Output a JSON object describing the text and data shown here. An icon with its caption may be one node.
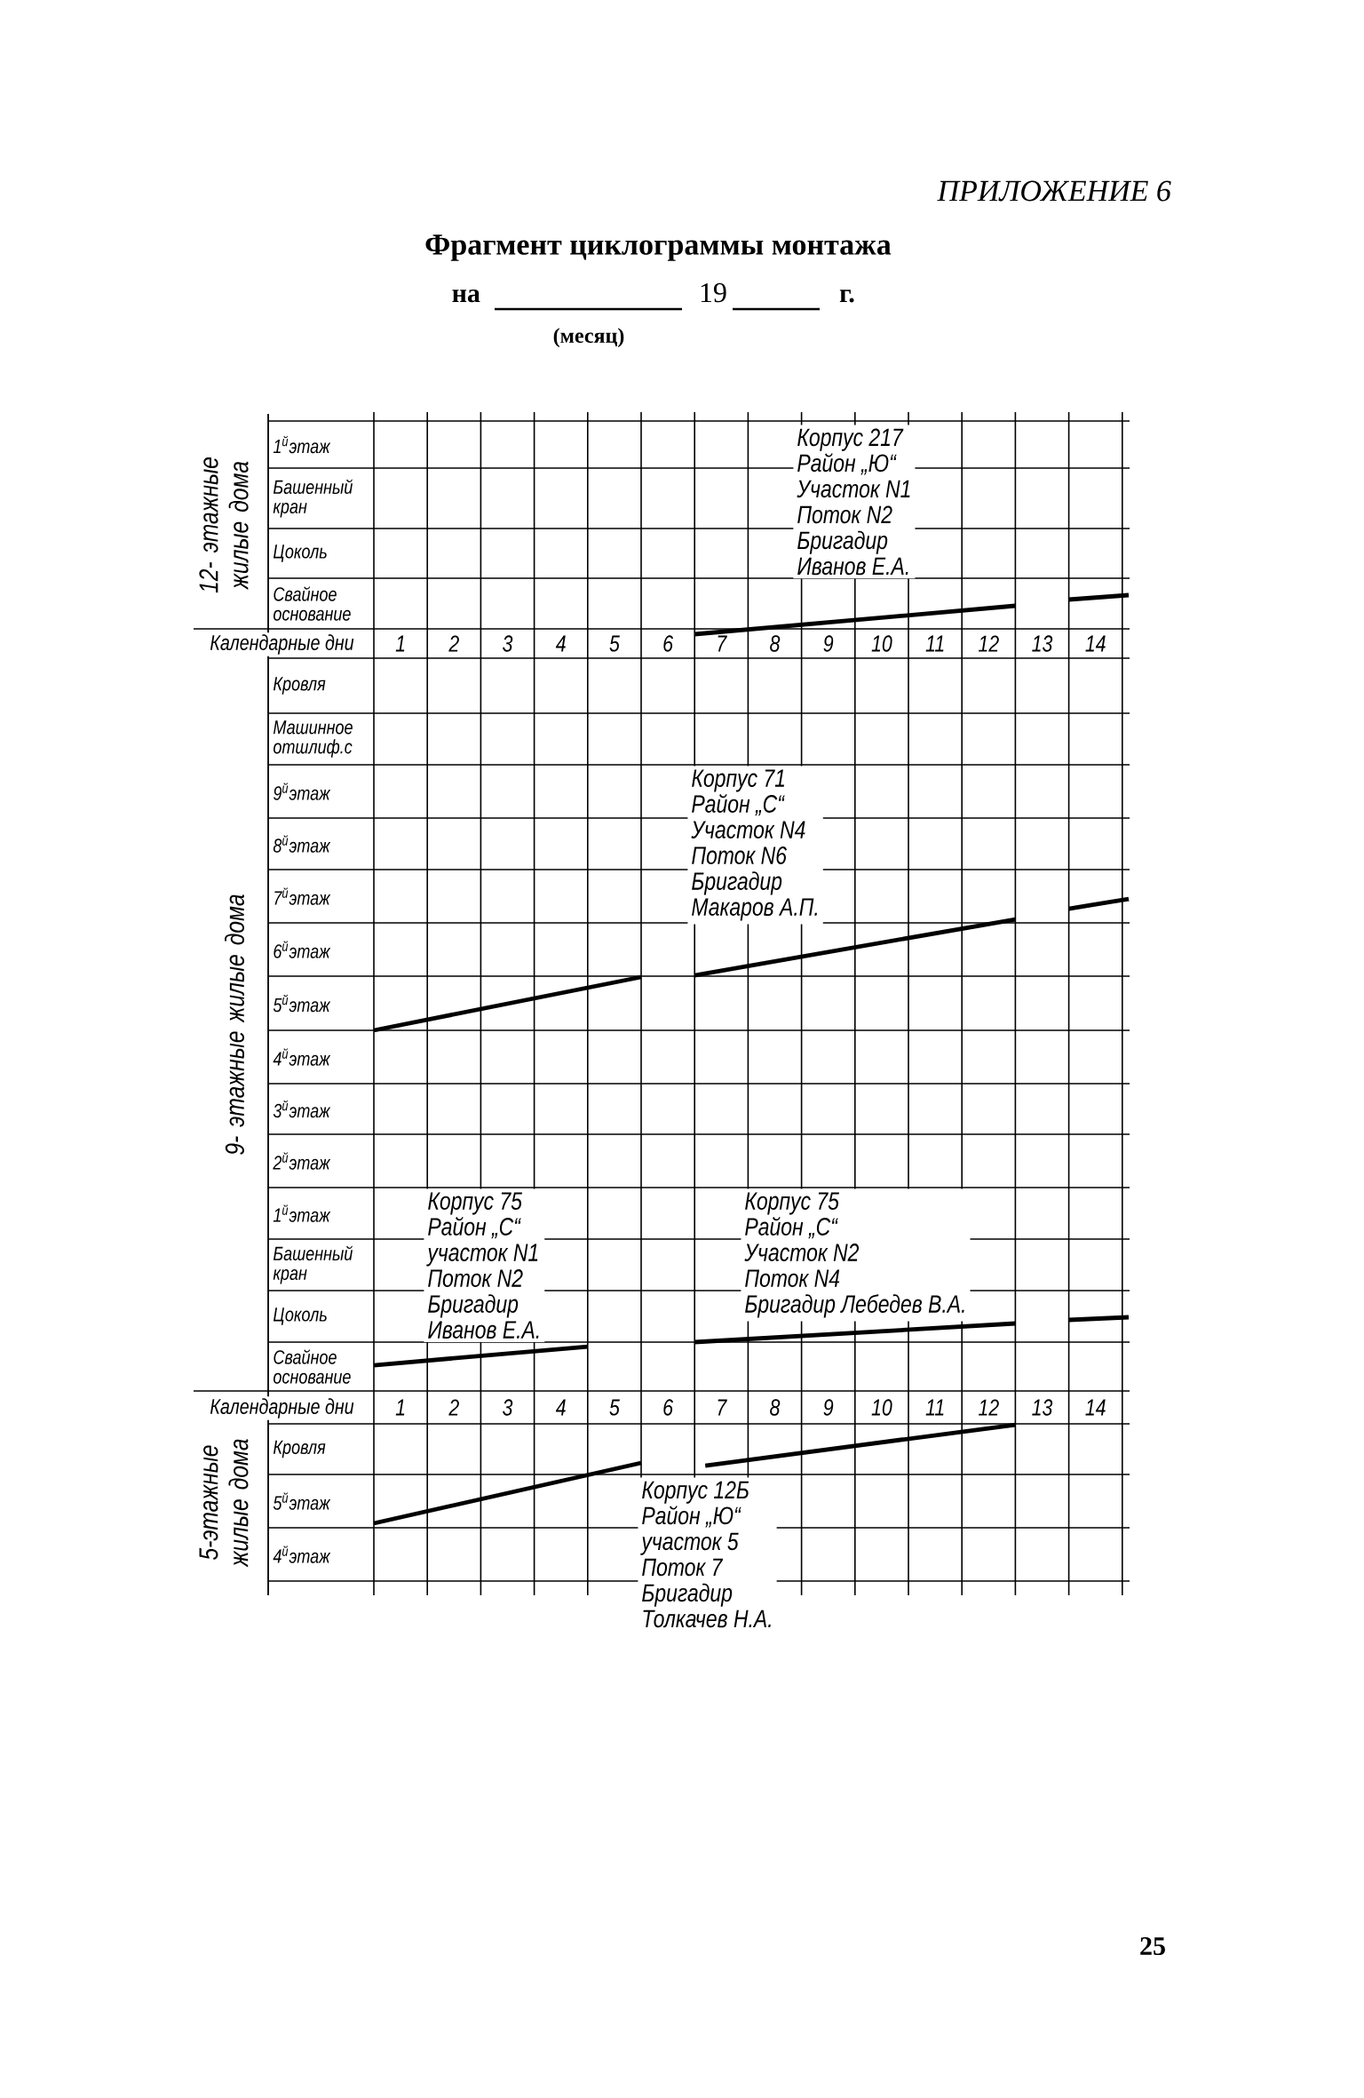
{
  "diagram": {
    "title": "Фрагмент циклограммы монтажа",
    "nodes": [
      {
        "text": [
          "Корпус 217",
          "Район „Ю“",
          "Участок N1",
          "Поток N2",
          "Бригадир",
          "Иванов Е.А."
        ]
      },
      {
        "text": [
          "Корпус 71",
          "Район „С“",
          "Участок N4",
          "Поток N6",
          "Бригадир",
          "Макаров А.П."
        ]
      },
      {
        "text": [
          "Корпус 75",
          "Район „С“",
          "участок N1",
          "Поток N2",
          "Бригадир",
          "Иванов Е.А."
        ]
      },
      {
        "text": [
          "Корпус 75",
          "Район „С“",
          "Участок N2",
          "Поток N4",
          "Бригадир Лебедев В.А."
        ]
      },
      {
        "text": [
          "Корпус 12Б",
          "Район „Ю“",
          "участок 5",
          "Поток 7",
          "Бригадир",
          "Толкачев Н.А."
        ]
      }
    ],
    "labels": [
      "ПРИЛОЖЕНИЕ 6",
      "на",
      "19",
      "г.",
      "(месяц)",
      "12- этажные жилые дома",
      "1$^{й}$этаж",
      "Башенный кран",
      "Цоколь",
      "Свайное основание",
      "Календарные дни",
      "1",
      "2",
      "3",
      "4",
      "5",
      "6",
      "7",
      "8",
      "9",
      "10",
      "11",
      "12",
      "13",
      "14",
      "9- этажные жилые дома",
      "Кровля",
      "Машинное отшлиф.с",
      "9$^{й}$этаж",
      "8$^{й}$этаж",
      "7$^{й}$этаж",
      "6$^{й}$этаж",
      "5$^{й}$этаж",
      "4$^{й}$этаж",
      "3$^{й}$этаж",
      "2$^{й}$этаж",
      "1$^{й}$этаж",
      "Башенный кран",
      "Цоколь",
      "Свайное основание",
      "Календарные дни",
      "1",
      "2",
      "3",
      "4",
      "5",
      "6",
      "7",
      "8",
      "9",
      "10",
      "11",
      "12",
      "13",
      "14",
      "5-этажные жилые дома",
      "Кровля",
      "5$^{й}$этаж",
      "4$^{й}$этаж",
      "25"
    ]
  }
}
